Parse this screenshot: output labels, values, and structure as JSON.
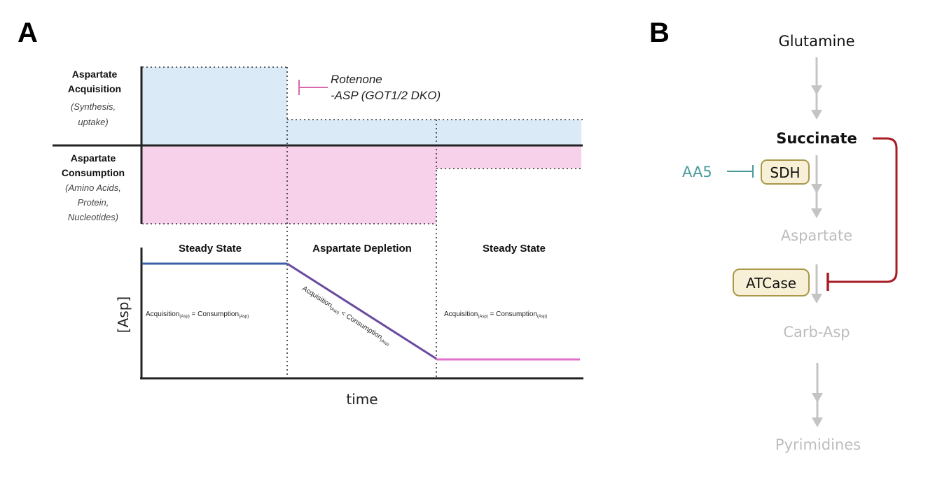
{
  "panel_a": {
    "label": "A",
    "rows": {
      "acquisition": {
        "title_1": "Aspartate",
        "title_2": "Acquisition",
        "sub_1": "(Synthesis,",
        "sub_2": "uptake)"
      },
      "consumption": {
        "title_1": "Aspartate",
        "title_2": "Consumption",
        "sub_1": "(Amino Acids,",
        "sub_2": "Protein,",
        "sub_3": "Nucleotides)"
      }
    },
    "annotation": {
      "line_1": "Rotenone",
      "line_2": "-ASP (GOT1/2 DKO)"
    },
    "phases": [
      "Steady State",
      "Aspartate Depletion",
      "Steady State"
    ],
    "equations": {
      "steady_1": {
        "left": "Acquisition",
        "sub": "(Asp)",
        "op": " = ",
        "right": "Consumption"
      },
      "depletion": {
        "left": "Acquisition",
        "sub": "(Asp)",
        "op": " < ",
        "right": "Consumption"
      },
      "steady_2": {
        "left": "Acquisition",
        "sub": "(Asp)",
        "op": " = ",
        "right": "Consumption"
      }
    },
    "y_label": "[Asp]",
    "x_label": "time",
    "colors": {
      "acquisition_fill": "#daeaf7",
      "consumption_fill": "#f7d0ea",
      "line_steady_1": "#3a5fa8",
      "line_depletion": "#6a4aa0",
      "line_steady_2": "#e070c8",
      "inhibitor": "#d86aa8"
    },
    "levels": {
      "acquisition": [
        1.0,
        0.33,
        0.33
      ],
      "consumption": [
        1.0,
        1.0,
        0.29
      ],
      "asp": [
        1.0,
        0.0,
        0.0
      ]
    }
  },
  "panel_b": {
    "label": "B",
    "nodes": {
      "glutamine": "Glutamine",
      "succinate": "Succinate",
      "aspartate": "Aspartate",
      "carb_asp": "Carb-Asp",
      "pyrimidines": "Pyrimidines"
    },
    "enzymes": {
      "sdh": "SDH",
      "atcase": "ATCase"
    },
    "inhibitor": "AA5",
    "colors": {
      "active_text": "#111111",
      "faded_text": "#bdbdbd",
      "arrow": "#c4c4c4",
      "inhibitor": "#4a9a9a",
      "feedback": "#a81c24",
      "enzyme_fill": "#f8f0d6",
      "enzyme_border": "#a89848"
    }
  }
}
